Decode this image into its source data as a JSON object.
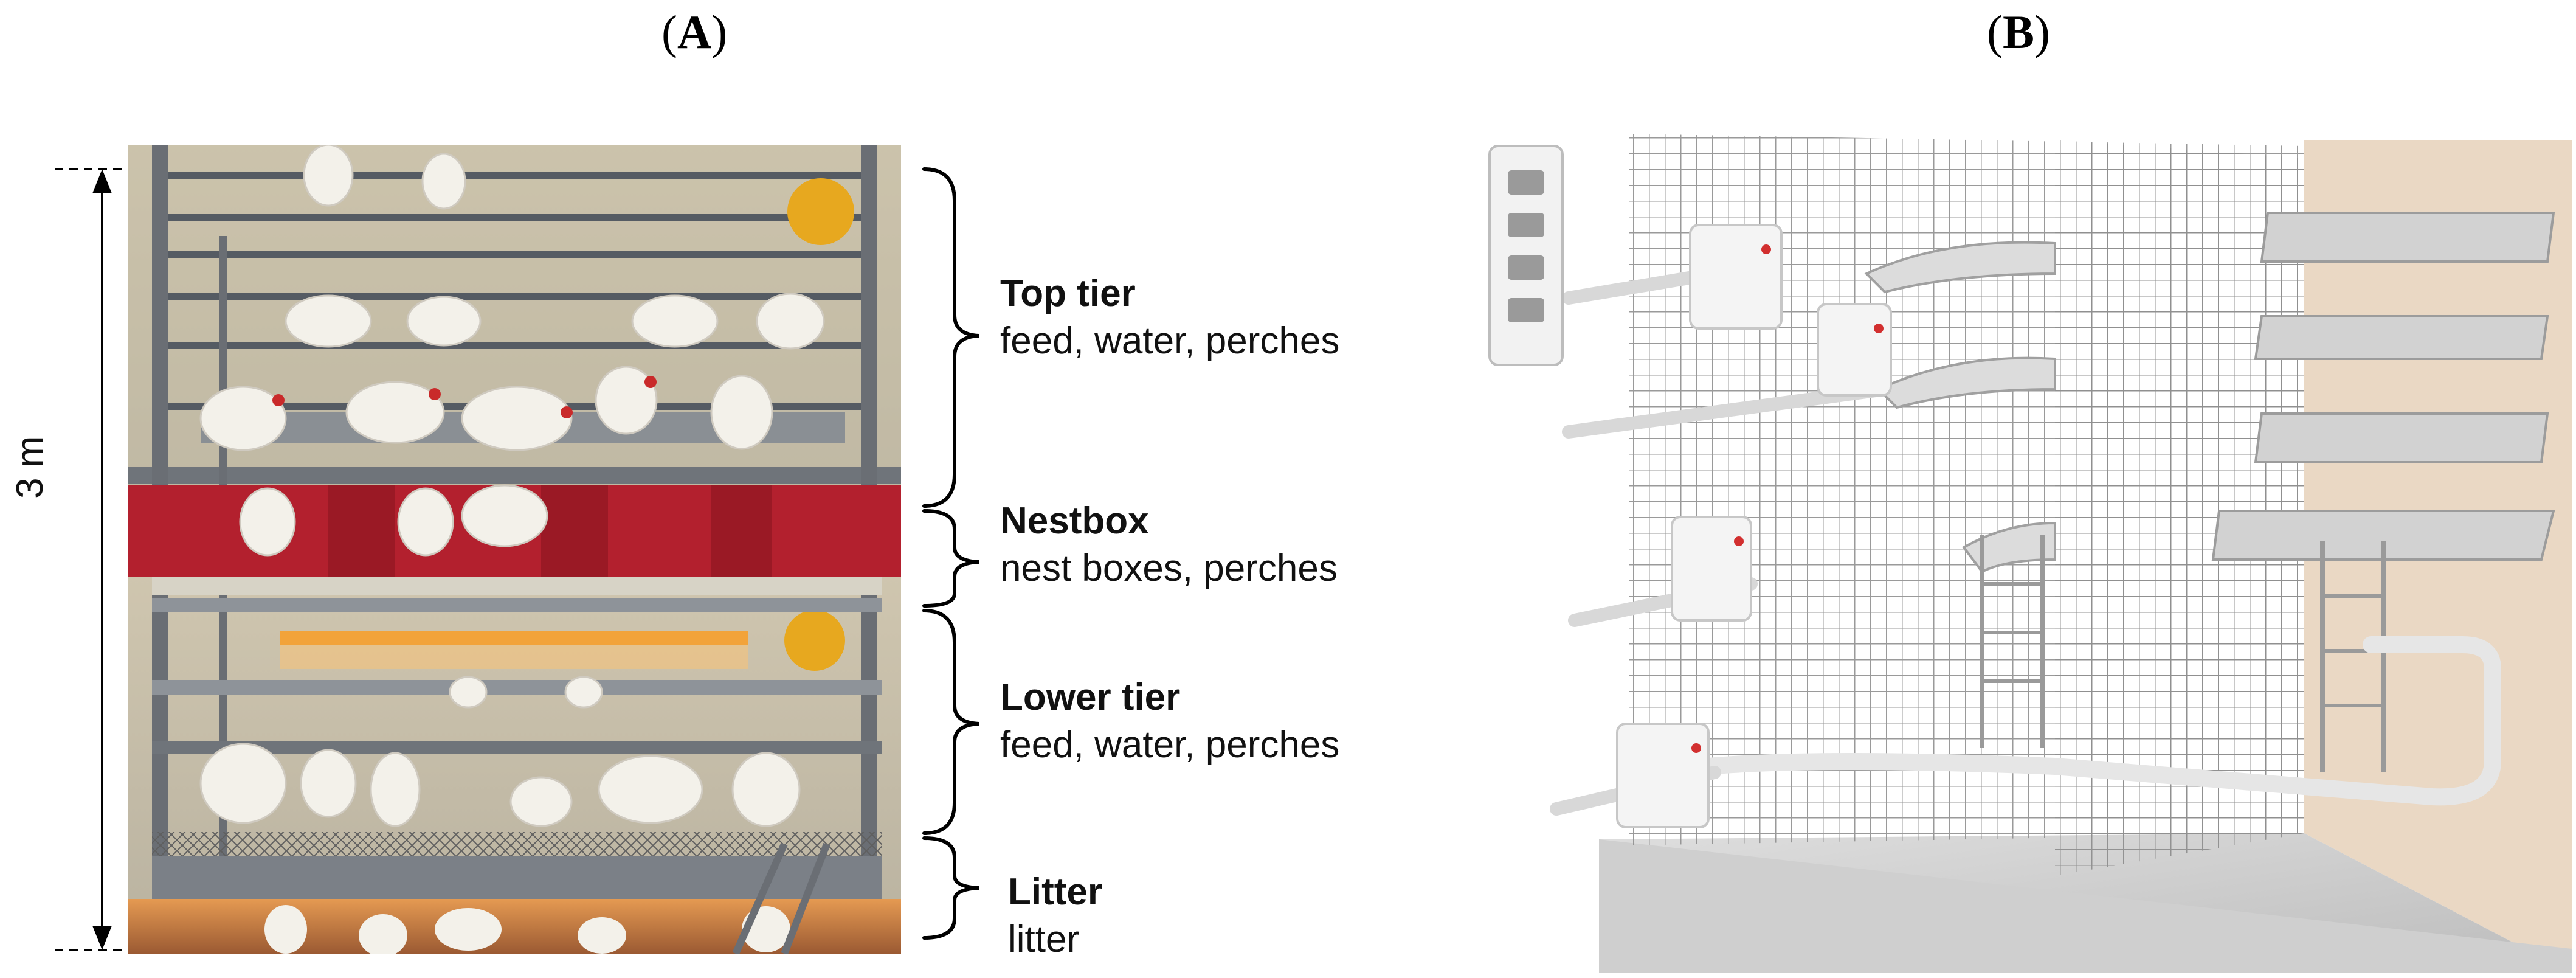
{
  "panels": {
    "a": {
      "label": "A"
    },
    "b": {
      "label": "B"
    }
  },
  "scale": {
    "height_label": "3 m"
  },
  "tiers": [
    {
      "title": "Top tier",
      "subtitle": "feed, water, perches"
    },
    {
      "title": "Nestbox",
      "subtitle": "nest boxes, perches"
    },
    {
      "title": "Lower tier",
      "subtitle": "feed, water, perches"
    },
    {
      "title": "Litter",
      "subtitle": "litter"
    }
  ],
  "colors": {
    "frame_metal": "#7d8088",
    "nest_curtain": "#b3202e",
    "heat_lamp": "#f2a33a",
    "bird_white": "#f3f1ea",
    "litter_floor": "#c98a55",
    "render_grey": "#d9d9d9",
    "render_wall": "#ead8c4"
  }
}
